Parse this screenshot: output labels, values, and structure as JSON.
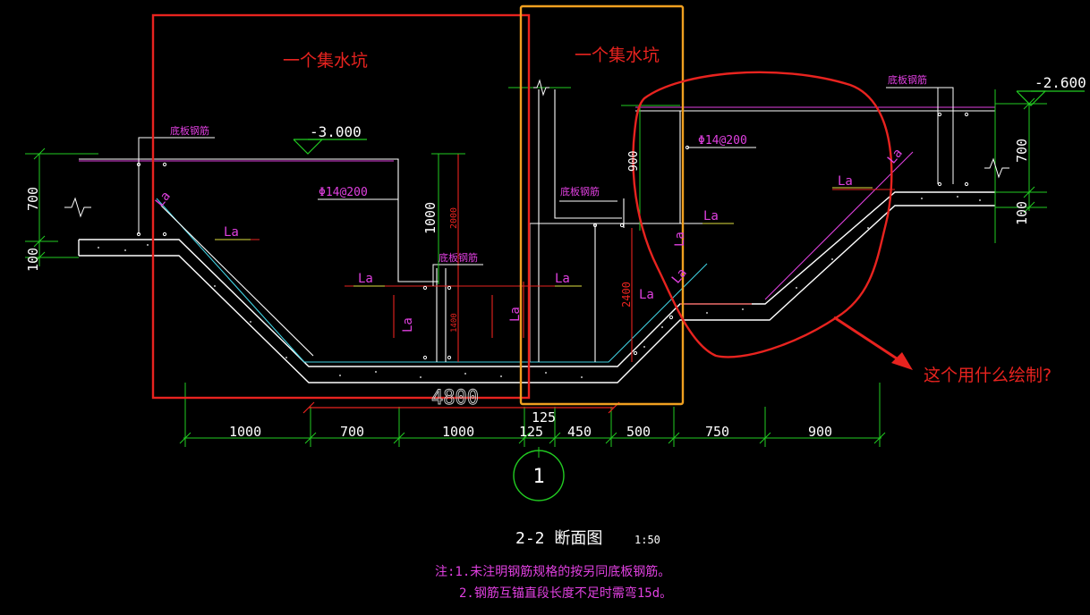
{
  "annotations": {
    "pit_label_left": "一个集水坑",
    "pit_label_right": "一个集水坑",
    "question": "这个用什么绘制?"
  },
  "elevations": {
    "left": "-3.000",
    "right": "-2.600"
  },
  "rebar_labels": {
    "bottom_rebar": "底板钢筋",
    "spacing": "Φ14@200",
    "anchor": "La"
  },
  "vertical_dims": {
    "d700_left": "700",
    "d100_left": "100",
    "d1000": "1000",
    "d2000": "2000",
    "d1400": "1400",
    "d900": "900",
    "d2400": "2400",
    "d700_right": "700",
    "d100_right": "100"
  },
  "total_dim": {
    "value": "4800",
    "sub": "125"
  },
  "horizontal_dims": [
    "1000",
    "700",
    "1000",
    "125",
    "450",
    "500",
    "750",
    "900"
  ],
  "axis_label": "1",
  "section": {
    "title": "2-2 断面图",
    "scale": "1:50"
  },
  "notes": [
    "注:1.未注明钢筋规格的按另同底板钢筋。",
    "2.钢筋互锚直段长度不足时需弯15d。"
  ],
  "colors": {
    "background": "#000000",
    "dimension": "#22cc22",
    "rebar_label": "#e040e0",
    "annotation": "#e8231f",
    "highlight_box": "#f0a020",
    "structure": "#ffffff",
    "cyan_line": "#40d0e0"
  }
}
